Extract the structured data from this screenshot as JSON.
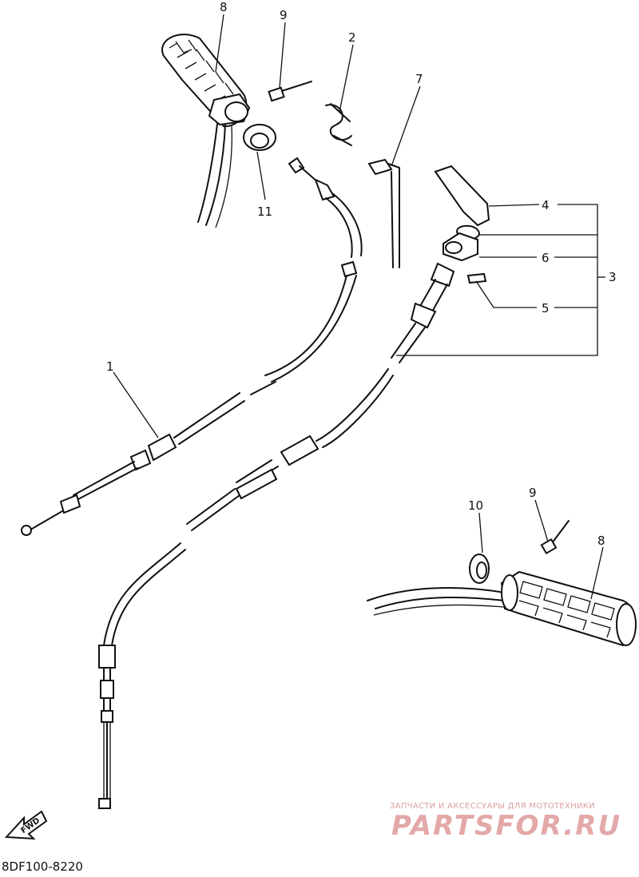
{
  "diagram": {
    "callouts": [
      {
        "id": "c8a",
        "label": "8"
      },
      {
        "id": "c9a",
        "label": "9"
      },
      {
        "id": "c2",
        "label": "2"
      },
      {
        "id": "c7",
        "label": "7"
      },
      {
        "id": "c11",
        "label": "11"
      },
      {
        "id": "c4",
        "label": "4"
      },
      {
        "id": "c6",
        "label": "6"
      },
      {
        "id": "c3",
        "label": "3"
      },
      {
        "id": "c5",
        "label": "5"
      },
      {
        "id": "c1",
        "label": "1"
      },
      {
        "id": "c10",
        "label": "10"
      },
      {
        "id": "c9b",
        "label": "9"
      },
      {
        "id": "c8b",
        "label": "8"
      }
    ],
    "fwd_label": "FWD",
    "diagram_code": "8DF100-8220"
  },
  "watermark": {
    "tagline": "ЗАПЧАСТИ И АКСЕССУАРЫ ДЛЯ МОТОТЕХНИКИ",
    "logo": "PARTSFOR.RU"
  },
  "colors": {
    "ink": "#111111",
    "watermark": "#e3a8a8"
  }
}
